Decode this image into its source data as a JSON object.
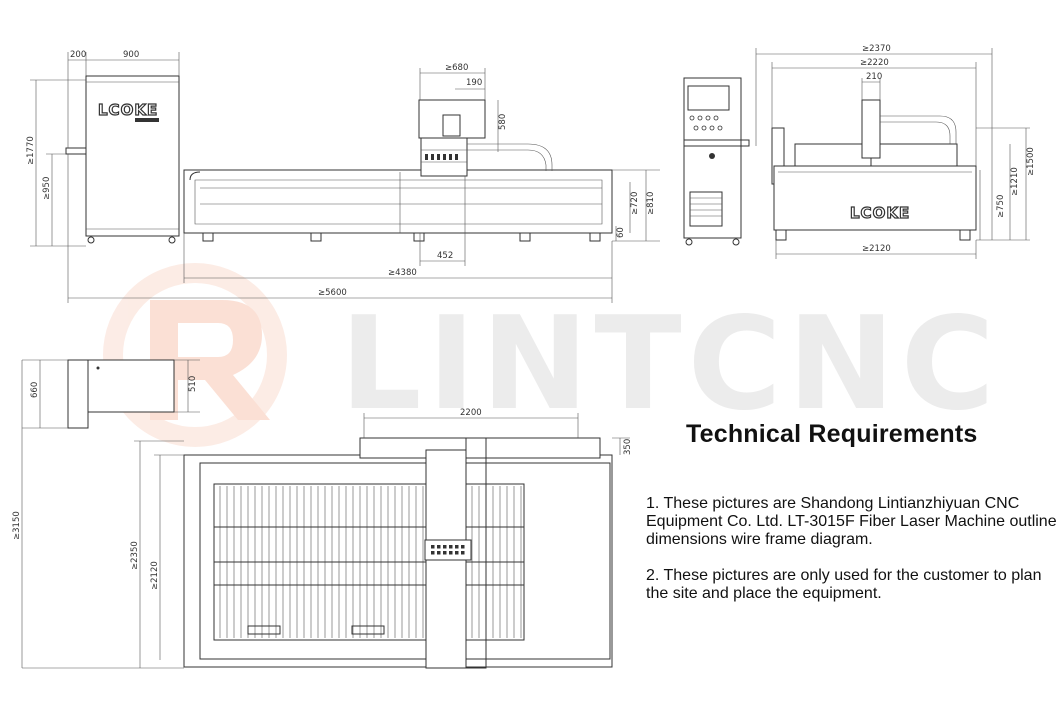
{
  "watermark": {
    "text": "LINTCNC"
  },
  "logo": {
    "text": "LCOKE"
  },
  "heading": "Technical Requirements",
  "notes": [
    "1. These pictures are Shandong Lintianzhiyuan CNC Equipment Co. Ltd. LT-3015F Fiber Laser Machine outline dimensions wire frame diagram.",
    "2. These pictures are only used for the customer to plan the site and place the equipment."
  ],
  "dims": {
    "cabinet_200": "200",
    "cabinet_900": "900",
    "cabinet_1770": "≥1770",
    "cabinet_950": "≥950",
    "head_680": "≥680",
    "head_190": "190",
    "head_580": "580",
    "front_720": "≥720",
    "front_810": "≥810",
    "front_60": "60",
    "front_452": "452",
    "front_4380": "≥4380",
    "front_5600": "≥5600",
    "side_2370": "≥2370",
    "side_2220": "≥2220",
    "side_210": "210",
    "side_750": "≥750",
    "side_1210": "≥1210",
    "side_1500": "≥1500",
    "side_2120": "≥2120",
    "top_660": "660",
    "top_510": "510",
    "top_2200": "2200",
    "top_350": "350",
    "top_3150": "≥3150",
    "top_2350": "≥2350",
    "top_2120": "≥2120"
  }
}
